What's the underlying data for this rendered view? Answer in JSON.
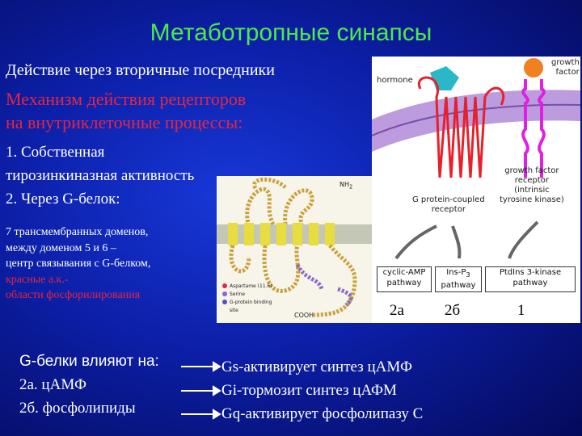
{
  "slide": {
    "title": "Метаботропные синапсы",
    "subtitle": "Действие через вторичные посредники",
    "heading_l1": "Механизм действия рецепторов",
    "heading_l2": "на внутриклеточные процессы:",
    "point1_l1": "1. Собственная",
    "point1_l2": "тирозинкиназная активность",
    "point2": "2. Через G-белок:",
    "note_l1": "7 трансмембранных доменов,",
    "note_l2": "между  доменом 5 и 6 –",
    "note_l3": "центр связывания с G-белком,",
    "note_l4": "красные а.к.-",
    "note_l5": "области фосфорилирования",
    "gprot_l1": "G-белки влияют на:",
    "gprot_l2": "2а. цАМФ",
    "gprot_l3": "2б. фосфолипиды",
    "effect1": "Gs-активирует синтез цАМФ",
    "effect2": "Gi-тормозит синтез цАФМ",
    "effect3": "Gq-активирует фосфолипазу С"
  },
  "protein_figure": {
    "nh2_label": "NH",
    "nh2_sub": "2",
    "cooh_label": "COOH",
    "legend": [
      "Aspartame (11.6)",
      "Serine",
      "G-protein binding",
      "site"
    ]
  },
  "receptor_figure": {
    "hormone": "hormone",
    "growth_factor_l1": "growth",
    "growth_factor_l2": "factor",
    "gpcr_l1": "G protein-coupled",
    "gpcr_l2": "receptor",
    "gfr_l1": "growth factor",
    "gfr_l2": "receptor",
    "gfr_l3": "(intrinsic",
    "gfr_l4": "tyrosine kinase)",
    "pathways": [
      {
        "l1": "cyclic-AMP",
        "l2": "pathway",
        "code": "2а"
      },
      {
        "l1": "Ins-P",
        "l1_sub": "3",
        "l2": "pathway",
        "code": "2б"
      },
      {
        "l1": "PtdIns 3-kinase",
        "l2": "pathway",
        "code": "1"
      }
    ]
  },
  "colors": {
    "title": "#4ee84e",
    "heading": "#e8253f",
    "text": "#ffffff",
    "membrane": "#9b59c8",
    "gpcr": "#e8202a",
    "growth_receptor": "#e020e0",
    "hormone": "#2ab8c8",
    "growth_factor": "#f08020"
  }
}
